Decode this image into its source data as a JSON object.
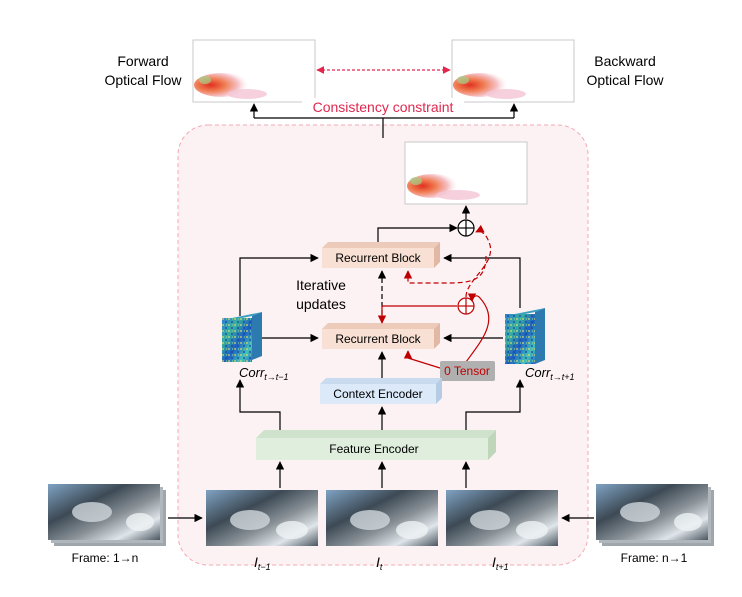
{
  "flows": {
    "forward_label_line1": "Forward",
    "forward_label_line2": "Optical Flow",
    "backward_label_line1": "Backward",
    "backward_label_line2": "Optical Flow",
    "consistency_label": "Consistency constraint"
  },
  "modules": {
    "recurrent_block_top": "Recurrent Block",
    "recurrent_block_bottom": "Recurrent Block",
    "context_encoder": "Context Encoder",
    "feature_encoder": "Feature Encoder",
    "zero_tensor": "0 Tensor",
    "iterative_line1": "Iterative",
    "iterative_line2": "updates"
  },
  "correlation": {
    "left_base": "Corr",
    "left_sub": "t→t−1",
    "right_base": "Corr",
    "right_sub": "t→t+1"
  },
  "frames": {
    "prev_base": "I",
    "prev_sub": "t−1",
    "cur_base": "I",
    "cur_sub": "t",
    "next_base": "I",
    "next_sub": "t+1",
    "left_stack_label": "Frame: 1→n",
    "right_stack_label": "Frame: n→1"
  },
  "colors": {
    "consistency": "#e0284f",
    "panel_fill": "#fdf2f3",
    "recurrent_fill": "#f8e1d4",
    "context_fill": "#dbe9f8",
    "feature_fill": "#dfeedd",
    "zero_tensor_fill": "#b0b0b0",
    "red_arrow": "#c00000"
  }
}
